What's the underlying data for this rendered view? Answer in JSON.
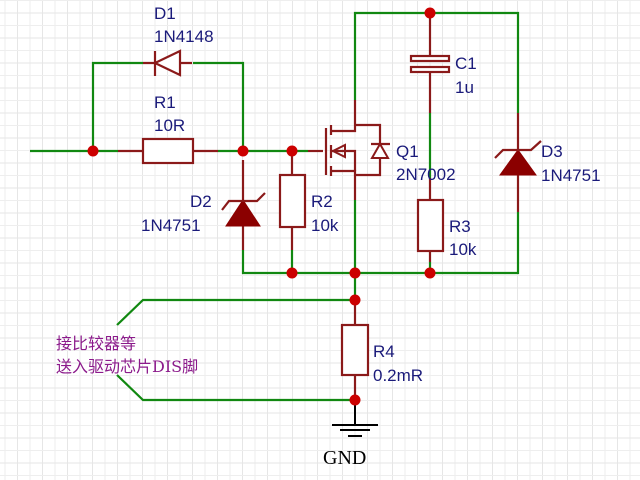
{
  "schematic": {
    "components": {
      "D1": {
        "ref": "D1",
        "value": "1N4148",
        "type": "diode"
      },
      "R1": {
        "ref": "R1",
        "value": "10R",
        "type": "resistor"
      },
      "D2": {
        "ref": "D2",
        "value": "1N4751",
        "type": "zener"
      },
      "R2": {
        "ref": "R2",
        "value": "10k",
        "type": "resistor"
      },
      "Q1": {
        "ref": "Q1",
        "value": "2N7002",
        "type": "nmos"
      },
      "C1": {
        "ref": "C1",
        "value": "1u",
        "type": "capacitor"
      },
      "R3": {
        "ref": "R3",
        "value": "10k",
        "type": "resistor"
      },
      "D3": {
        "ref": "D3",
        "value": "1N4751",
        "type": "zener"
      },
      "R4": {
        "ref": "R4",
        "value": "0.2mR",
        "type": "resistor"
      }
    },
    "ground_label": "GND",
    "note_line1": "接比较器等",
    "note_line2": "送入驱动芯片DIS脚"
  },
  "colors": {
    "wire": "#118811",
    "component": "#8b1a1a",
    "junction": "#cc0000",
    "label": "#1a1a7a",
    "note": "#8b1a8b"
  }
}
